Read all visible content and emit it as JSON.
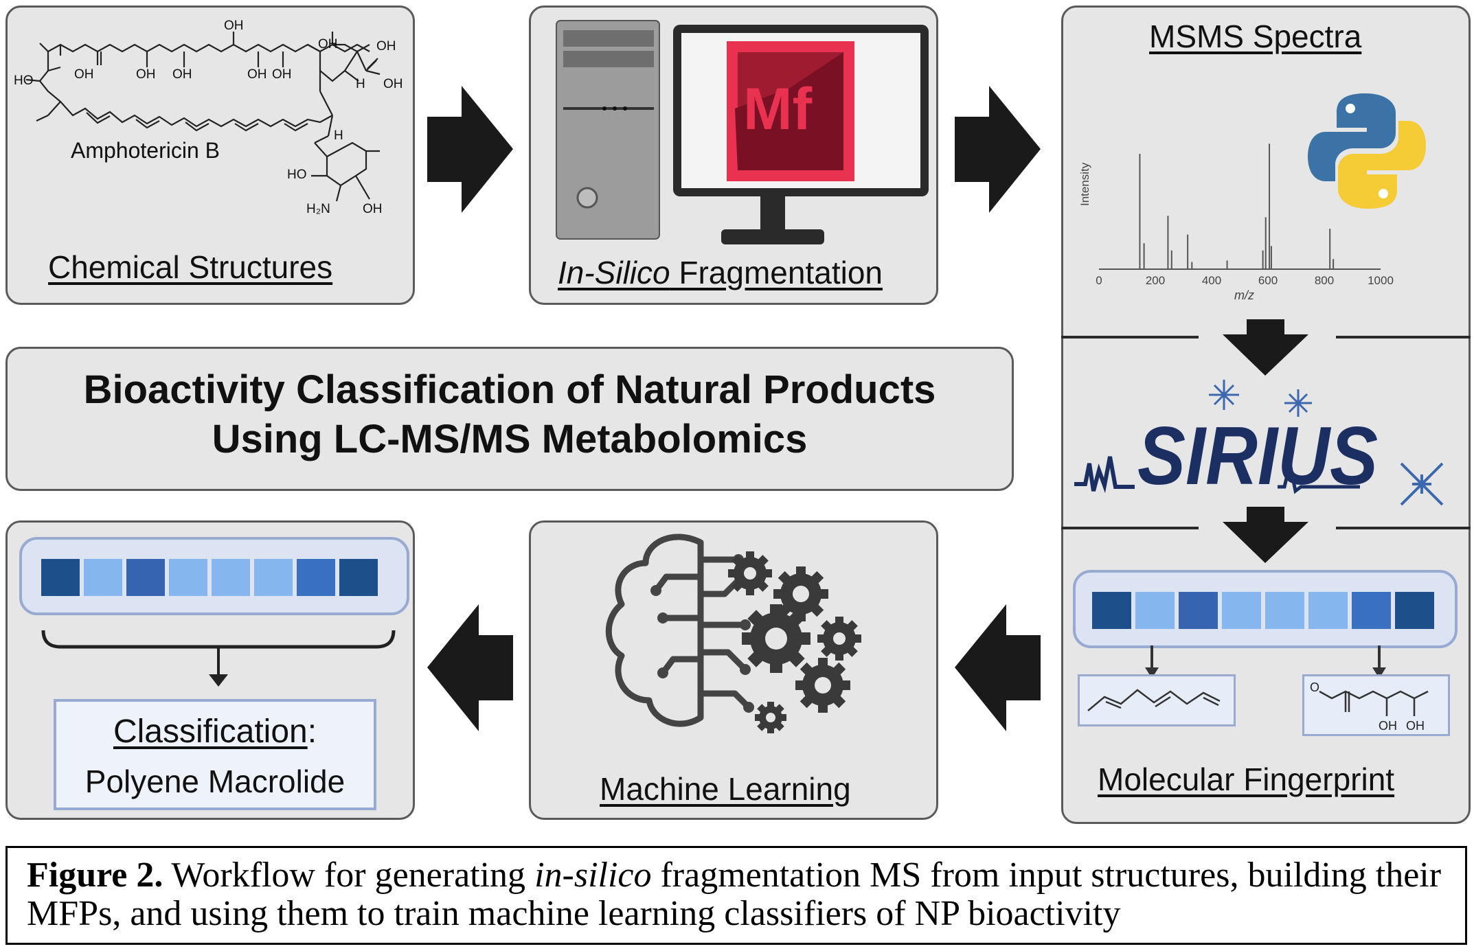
{
  "title_line1": "Bioactivity Classification of Natural Products",
  "title_line2": "Using LC-MS/MS Metabolomics",
  "panels": {
    "chem": {
      "label": "Chemical Structures",
      "molecule_name": "Amphotericin B",
      "atoms": [
        "OH",
        "OH",
        "OH",
        "OH",
        "OH",
        "OH",
        "OH",
        "HO",
        "OH",
        "H",
        "OH",
        "H",
        "HO",
        "H₂N",
        "OH",
        "OH"
      ]
    },
    "insilico": {
      "label_italic": "In-Silico",
      "label_rest": " Fragmentation",
      "logo_text": "Mf"
    },
    "msms": {
      "label": "MSMS Spectra",
      "ylabel": "Intensity",
      "xlabel": "m/z",
      "xticks": [
        "0",
        "200",
        "400",
        "600",
        "800",
        "1000"
      ]
    },
    "sirius": {
      "logo_text": "SIRIUS"
    },
    "fingerprint": {
      "label": "Molecular Fingerprint",
      "substructure_atoms": [
        "O",
        "OH",
        "OH"
      ]
    },
    "ml": {
      "label": "Machine Learning"
    },
    "classification": {
      "label": "Classification",
      "colon": ":",
      "value": "Polyene Macrolide"
    }
  },
  "fingerprint_colors": [
    "#1d4f8b",
    "#86b6ee",
    "#3764b0",
    "#86b6ee",
    "#86b6ee",
    "#86b6ee",
    "#3970c0",
    "#1d4f8b"
  ],
  "colors": {
    "panel_bg": "#e6e6e6",
    "arrow": "#1a1a1a",
    "mf_red": "#e8324f",
    "sirius_navy": "#1b2f63"
  },
  "caption": {
    "bold": "Figure 2.",
    "part1": " Workflow for generating ",
    "italic": "in-silico",
    "part2": " fragmentation MS from input structures, building their MFPs, and using them to train machine learning classifiers of NP bioactivity"
  },
  "chart_data": {
    "type": "bar",
    "title": "",
    "xlabel": "m/z",
    "ylabel": "Intensity",
    "xlim": [
      0,
      1000
    ],
    "xticks": [
      0,
      200,
      400,
      600,
      800,
      1000
    ],
    "peaks": [
      {
        "mz": 145,
        "intensity": 0.8
      },
      {
        "mz": 160,
        "intensity": 0.18
      },
      {
        "mz": 245,
        "intensity": 0.37
      },
      {
        "mz": 258,
        "intensity": 0.13
      },
      {
        "mz": 315,
        "intensity": 0.24
      },
      {
        "mz": 330,
        "intensity": 0.05
      },
      {
        "mz": 455,
        "intensity": 0.06
      },
      {
        "mz": 582,
        "intensity": 0.13
      },
      {
        "mz": 592,
        "intensity": 0.36
      },
      {
        "mz": 605,
        "intensity": 0.87
      },
      {
        "mz": 612,
        "intensity": 0.16
      },
      {
        "mz": 820,
        "intensity": 0.28
      },
      {
        "mz": 832,
        "intensity": 0.07
      }
    ]
  }
}
